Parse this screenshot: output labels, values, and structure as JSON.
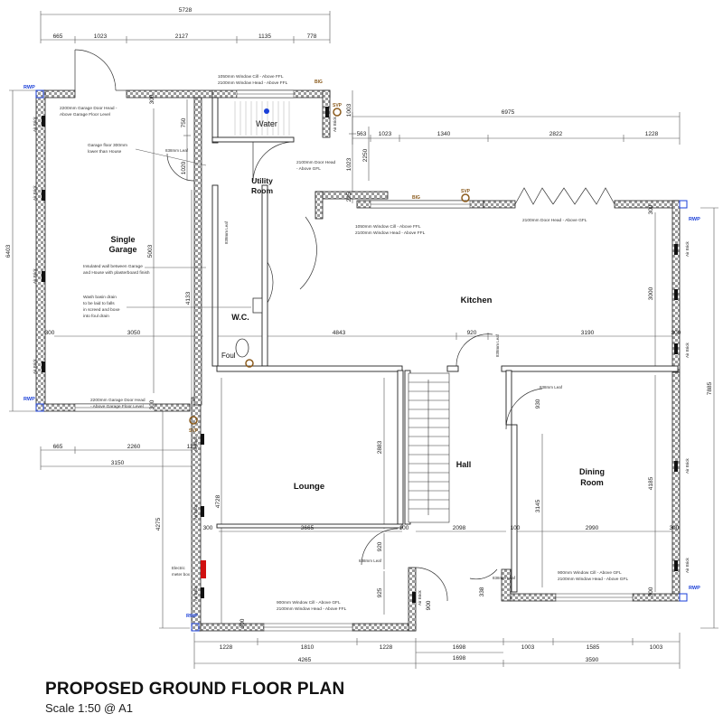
{
  "title": "PROPOSED GROUND FLOOR PLAN",
  "scale": "Scale 1:50 @ A1",
  "rooms": {
    "garage_line1": "Single",
    "garage_line2": "Garage",
    "utility_line1": "Utility",
    "utility_line2": "Room",
    "water": "Water",
    "wc": "W.C.",
    "kitchen": "Kitchen",
    "lounge": "Lounge",
    "hall": "Hall",
    "dining_line1": "Dining",
    "dining_line2": "Room",
    "foul": "Foul"
  },
  "labels": {
    "rwp": "RWP",
    "svp": "SVP",
    "big": "BIG",
    "air_brick": "Air Brick",
    "electric_line1": "Electric",
    "electric_line2": "meter box",
    "leaf": "838mm Leaf"
  },
  "notes": {
    "garage_door_top_1": "2200mm Garage Door Head -",
    "garage_door_top_2": "Above Garage Floor Level",
    "garage_floor_1": "Garage floor 300mm",
    "garage_floor_2": "lower than House",
    "insulated_1": "Insulated wall between Garage",
    "insulated_2": "and House with plasterboard finish",
    "wash_1": "Wash basin drain",
    "wash_2": "to be laid to falls",
    "wash_3": "in screed and boxe",
    "wash_4": "into foul drain",
    "garage_door_bottom_1": "2200mm Garage Door Head",
    "garage_door_bottom_2": "- Above Garage Floor Level",
    "water_window_1": "1050mm Window Cill - Above FFL",
    "water_window_2": "2100mm Window Head - Above FFL",
    "utility_door_1": "2100mm Door Head",
    "utility_door_2": "- Above GFL",
    "kitchen_window_1": "1050mm Window Cill - Above FFL",
    "kitchen_window_2": "2100mm Window Head - Above FFL",
    "kitchen_door": "2100mm Door Head - Above GFL",
    "lounge_window_1": "900mm Window Cill - Above GFL",
    "lounge_window_2": "2100mm Window Head - Above FFL",
    "dining_window_1": "900mm Window Cill - Above GFL",
    "dining_window_2": "2100mm Window Head - Above GFL"
  },
  "dimensions": {
    "overall_top": "5728",
    "top_segments": [
      "665",
      "1023",
      "2127",
      "1135",
      "778"
    ],
    "kitchen_overall": "6975",
    "kitchen_segments": [
      "563",
      "1023",
      "1340",
      "2822",
      "1228"
    ],
    "left_overall": "6403",
    "garage_depth": "5003",
    "garage_width": "3050",
    "garage_bottom_segments": [
      "665",
      "2260"
    ],
    "garage_bottom_overall": "3150",
    "left_lower": "4275",
    "utility_v1": "750",
    "utility_v2": "1020",
    "wc_v": "4133",
    "v_1003": "1003",
    "v_2250": "2250",
    "v_1023": "1023",
    "v_225": "225",
    "kitchen_depth": "3000",
    "kitchen_width_left": "4843",
    "door_920": "920",
    "kitchen_width_right": "3190",
    "right_overall": "7885",
    "dining_v": "4185",
    "dining_v2": "3145",
    "dining_width": "2990",
    "dining_door": "930",
    "lounge_depth": "4728",
    "lounge_width": "3665",
    "lounge_upper": "2883",
    "hall_width": "2098",
    "lounge_door_920": "920",
    "lounge_925": "925",
    "porch_900": "900",
    "porch_338": "338",
    "wall_300": "300",
    "wall_100": "100",
    "wall_125": "125",
    "bottom_row1": [
      "1228",
      "1810",
      "1228",
      "1698",
      "1003",
      "1585",
      "1003"
    ],
    "bottom_overall_left": "4265",
    "bottom_hall": "1698",
    "bottom_overall_right": "3590"
  }
}
